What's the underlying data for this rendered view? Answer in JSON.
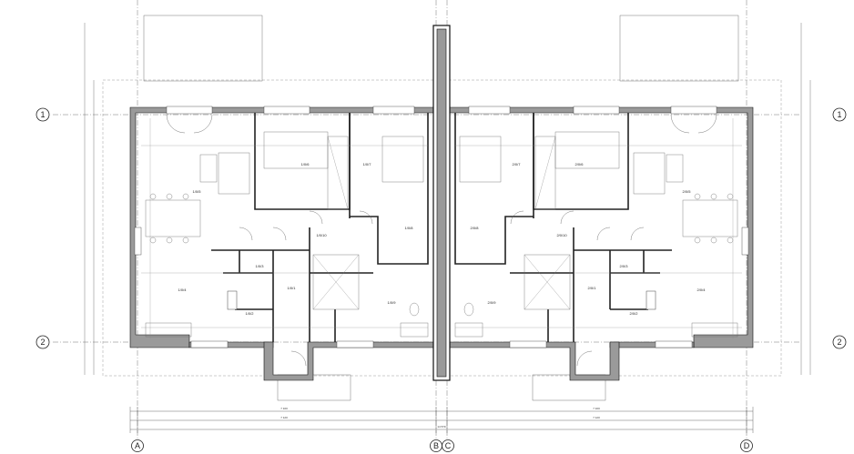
{
  "axes": {
    "rows": [
      {
        "id": "row-1",
        "label": "1"
      },
      {
        "id": "row-2",
        "label": "2"
      }
    ],
    "cols": [
      {
        "id": "col-a",
        "label": "A"
      },
      {
        "id": "col-b",
        "label": "B"
      },
      {
        "id": "col-c",
        "label": "C"
      },
      {
        "id": "col-d",
        "label": "D"
      }
    ]
  },
  "rooms_left": [
    {
      "code": "1/0/5"
    },
    {
      "code": "1/0/6"
    },
    {
      "code": "1/0/7"
    },
    {
      "code": "1/0/8"
    },
    {
      "code": "1/0/10"
    },
    {
      "code": "1/0/3"
    },
    {
      "code": "1/0/1"
    },
    {
      "code": "1/0/4"
    },
    {
      "code": "1/0/2"
    },
    {
      "code": "1/0/9"
    }
  ],
  "rooms_right": [
    {
      "code": "2/0/5"
    },
    {
      "code": "2/0/6"
    },
    {
      "code": "2/0/7"
    },
    {
      "code": "2/0/8"
    },
    {
      "code": "2/0/10"
    },
    {
      "code": "2/0/3"
    },
    {
      "code": "2/0/1"
    },
    {
      "code": "2/0/4"
    },
    {
      "code": "2/0/2"
    },
    {
      "code": "2/0/9"
    }
  ],
  "dimensions": {
    "half_left": "7 100",
    "half_right": "7 100",
    "left_total": "7 120",
    "right_total": "7 120",
    "total": "14 570"
  }
}
